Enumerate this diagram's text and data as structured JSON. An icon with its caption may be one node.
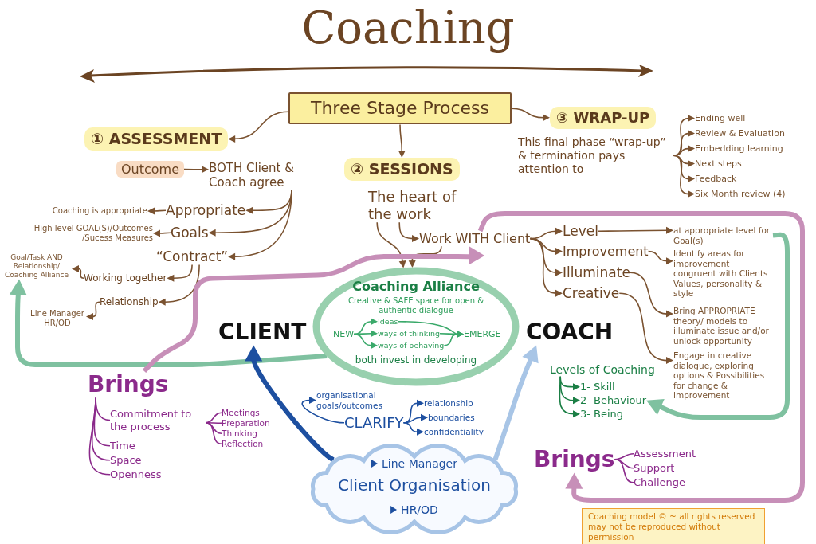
{
  "diagram": {
    "title": "Coaching",
    "nodes": [
      {
        "text": [
          "Three Stage Process"
        ]
      },
      {
        "text": [
          "① ASSESSMENT"
        ]
      },
      {
        "text": [
          "Outcome"
        ]
      },
      {
        "text": [
          "BOTH Client & Coach agree"
        ]
      },
      {
        "text": [
          "Appropriate"
        ]
      },
      {
        "text": [
          "Coaching is appropriate"
        ]
      },
      {
        "text": [
          "Goals"
        ]
      },
      {
        "text": [
          "High level GOAL(S)/Outcomes /Sucess Measures"
        ]
      },
      {
        "text": [
          "“Contract”"
        ]
      },
      {
        "text": [
          "Working together"
        ]
      },
      {
        "text": [
          "Goal/Task AND Relationship/ Coaching Alliance"
        ]
      },
      {
        "text": [
          "Relationship"
        ]
      },
      {
        "text": [
          "Line Manager HR/OD"
        ]
      },
      {
        "text": [
          "② SESSIONS"
        ]
      },
      {
        "text": [
          "The heart of the work"
        ]
      },
      {
        "text": [
          "Work WITH Client"
        ]
      },
      {
        "text": [
          "Level"
        ]
      },
      {
        "text": [
          "at appropriate level for Goal(s)"
        ]
      },
      {
        "text": [
          "Improvement"
        ]
      },
      {
        "text": [
          "Identify areas for improvement congruent with Clients Values, personality & style"
        ]
      },
      {
        "text": [
          "Illuminate"
        ]
      },
      {
        "text": [
          "Bring APPROPRIATE theory/ models to illuminate issue and/or unlock opportunity"
        ]
      },
      {
        "text": [
          "Creative"
        ]
      },
      {
        "text": [
          "Engage in creative dialogue, exploring options & Possibilities for change & improvement"
        ]
      },
      {
        "text": [
          "③ WRAP-UP"
        ]
      },
      {
        "text": [
          "This final phase “wrap-up” & termination pays attention to"
        ]
      },
      {
        "text": [
          "Ending well"
        ]
      },
      {
        "text": [
          "Review & Evaluation"
        ]
      },
      {
        "text": [
          "Embedding learning"
        ]
      },
      {
        "text": [
          "Next steps"
        ]
      },
      {
        "text": [
          "Feedback"
        ]
      },
      {
        "text": [
          "Six Month review (4)"
        ]
      },
      {
        "text": [
          "Coaching Alliance",
          "Creative & SAFE space for open & authentic dialogue",
          "both invest in developing"
        ]
      },
      {
        "text": [
          "NEW"
        ],
        "in": 32
      },
      {
        "text": [
          "Ideas"
        ],
        "in": 32
      },
      {
        "text": [
          "ways of thinking"
        ],
        "in": 32
      },
      {
        "text": [
          "ways of behaving"
        ],
        "in": 32
      },
      {
        "text": [
          "EMERGE"
        ],
        "in": 32
      },
      {
        "text": [
          "CLIENT"
        ]
      },
      {
        "text": [
          "COACH"
        ]
      },
      {
        "text": [
          "Levels of Coaching"
        ]
      },
      {
        "text": [
          "1- Skill"
        ]
      },
      {
        "text": [
          "2- Behaviour"
        ]
      },
      {
        "text": [
          "3- Being"
        ]
      },
      {
        "text": [
          "Brings"
        ]
      },
      {
        "text": [
          "Commitment to the process"
        ]
      },
      {
        "text": [
          "Time"
        ]
      },
      {
        "text": [
          "Space"
        ]
      },
      {
        "text": [
          "Openness"
        ]
      },
      {
        "text": [
          "Meetings"
        ]
      },
      {
        "text": [
          "Preparation"
        ]
      },
      {
        "text": [
          "Thinking"
        ]
      },
      {
        "text": [
          "Reflection"
        ]
      },
      {
        "text": [
          "organisational goals/outcomes"
        ]
      },
      {
        "text": [
          "CLARIFY"
        ]
      },
      {
        "text": [
          "relationship"
        ]
      },
      {
        "text": [
          "boundaries"
        ]
      },
      {
        "text": [
          "confidentiality"
        ]
      },
      {
        "text": [
          "Line Manager",
          "Client Organisation",
          "HR/OD"
        ]
      },
      {
        "text": [
          "Brings"
        ]
      },
      {
        "text": [
          "Assessment"
        ]
      },
      {
        "text": [
          "Support"
        ]
      },
      {
        "text": [
          "Challenge"
        ]
      }
    ],
    "edges": [
      {
        "from": 0,
        "to": 1,
        "arrow": "to"
      },
      {
        "from": 0,
        "to": 13,
        "arrow": "to"
      },
      {
        "from": 0,
        "to": 24,
        "arrow": "to"
      },
      {
        "from": 2,
        "to": 3,
        "arrow": "to"
      },
      {
        "from": 3,
        "to": 4,
        "arrow": "to"
      },
      {
        "from": 3,
        "to": 6,
        "arrow": "to"
      },
      {
        "from": 3,
        "to": 8,
        "arrow": "to"
      },
      {
        "from": 4,
        "to": 5,
        "arrow": "to"
      },
      {
        "from": 6,
        "to": 7,
        "arrow": "to"
      },
      {
        "from": 8,
        "to": 9,
        "arrow": "to"
      },
      {
        "from": 8,
        "to": 11,
        "arrow": "to"
      },
      {
        "from": 9,
        "to": 10,
        "arrow": "to"
      },
      {
        "from": 11,
        "to": 12,
        "arrow": "to"
      },
      {
        "from": 14,
        "to": 15,
        "arrow": "to"
      },
      {
        "from": 14,
        "to": 32,
        "arrow": "to"
      },
      {
        "from": 15,
        "to": 32,
        "arrow": "to"
      },
      {
        "from": 15,
        "to": 16,
        "arrow": "to"
      },
      {
        "from": 15,
        "to": 18,
        "arrow": "to"
      },
      {
        "from": 15,
        "to": 20,
        "arrow": "to"
      },
      {
        "from": 15,
        "to": 22,
        "arrow": "to"
      },
      {
        "from": 16,
        "to": 17,
        "arrow": "to"
      },
      {
        "from": 18,
        "to": 19,
        "arrow": "to"
      },
      {
        "from": 20,
        "to": 21,
        "arrow": "to"
      },
      {
        "from": 22,
        "to": 23,
        "arrow": "to"
      },
      {
        "from": 25,
        "to": 26,
        "arrow": "to"
      },
      {
        "from": 25,
        "to": 27,
        "arrow": "to"
      },
      {
        "from": 25,
        "to": 28,
        "arrow": "to"
      },
      {
        "from": 25,
        "to": 29,
        "arrow": "to"
      },
      {
        "from": 25,
        "to": 30,
        "arrow": "to"
      },
      {
        "from": 25,
        "to": 31,
        "arrow": "to"
      },
      {
        "from": 33,
        "to": 34,
        "arrow": "to",
        "color": "#3aa96a"
      },
      {
        "from": 33,
        "to": 35,
        "arrow": "to",
        "color": "#3aa96a"
      },
      {
        "from": 33,
        "to": 36,
        "arrow": "to",
        "color": "#3aa96a"
      },
      {
        "from": 34,
        "to": 37,
        "arrow": "to",
        "color": "#3aa96a"
      },
      {
        "from": 35,
        "to": 37,
        "arrow": "to",
        "color": "#3aa96a"
      },
      {
        "from": 36,
        "to": 37,
        "arrow": "to",
        "color": "#3aa96a"
      },
      {
        "from": 32,
        "to": 10,
        "arrow": "to",
        "style": "thick",
        "color": "#7fc1a0"
      },
      {
        "from": 44,
        "to": 15,
        "arrow": "to",
        "style": "thick",
        "color": "#c78fb8"
      },
      {
        "from": 15,
        "to": 59,
        "arrow": "to",
        "style": "thick",
        "color": "#c78fb8"
      },
      {
        "from": 17,
        "to": 42,
        "arrow": "to",
        "style": "thick",
        "color": "#7fc1a0"
      },
      {
        "from": 58,
        "to": 38,
        "arrow": "to",
        "style": "thick",
        "color": "#1d4fa0"
      },
      {
        "from": 58,
        "to": 39,
        "arrow": "to",
        "style": "thick",
        "color": "#a8c5e6"
      },
      {
        "from": 40,
        "to": 41,
        "arrow": "to",
        "color": "#1b7f45"
      },
      {
        "from": 40,
        "to": 42,
        "arrow": "to",
        "color": "#1b7f45"
      },
      {
        "from": 40,
        "to": 43,
        "arrow": "to",
        "color": "#1b7f45"
      },
      {
        "from": 44,
        "to": 45,
        "arrow": "none",
        "color": "#8b2a8b"
      },
      {
        "from": 44,
        "to": 46,
        "arrow": "none",
        "color": "#8b2a8b"
      },
      {
        "from": 44,
        "to": 47,
        "arrow": "none",
        "color": "#8b2a8b"
      },
      {
        "from": 44,
        "to": 48,
        "arrow": "none",
        "color": "#8b2a8b"
      },
      {
        "from": 45,
        "to": 49,
        "arrow": "none",
        "color": "#8b2a8b"
      },
      {
        "from": 45,
        "to": 50,
        "arrow": "none",
        "color": "#8b2a8b"
      },
      {
        "from": 45,
        "to": 51,
        "arrow": "none",
        "color": "#8b2a8b"
      },
      {
        "from": 45,
        "to": 52,
        "arrow": "none",
        "color": "#8b2a8b"
      },
      {
        "from": 54,
        "to": 53,
        "arrow": "to",
        "color": "#1d4fa0"
      },
      {
        "from": 54,
        "to": 55,
        "arrow": "to",
        "color": "#1d4fa0"
      },
      {
        "from": 54,
        "to": 56,
        "arrow": "to",
        "color": "#1d4fa0"
      },
      {
        "from": 54,
        "to": 57,
        "arrow": "to",
        "color": "#1d4fa0"
      },
      {
        "from": 59,
        "to": 60,
        "arrow": "none",
        "color": "#8b2a8b"
      },
      {
        "from": 59,
        "to": 61,
        "arrow": "none",
        "color": "#8b2a8b"
      },
      {
        "from": 59,
        "to": 62,
        "arrow": "none",
        "color": "#8b2a8b"
      }
    ],
    "labels": [
      "Coaching model © ~ all rights reserved may not be reproduced without permission"
    ]
  }
}
